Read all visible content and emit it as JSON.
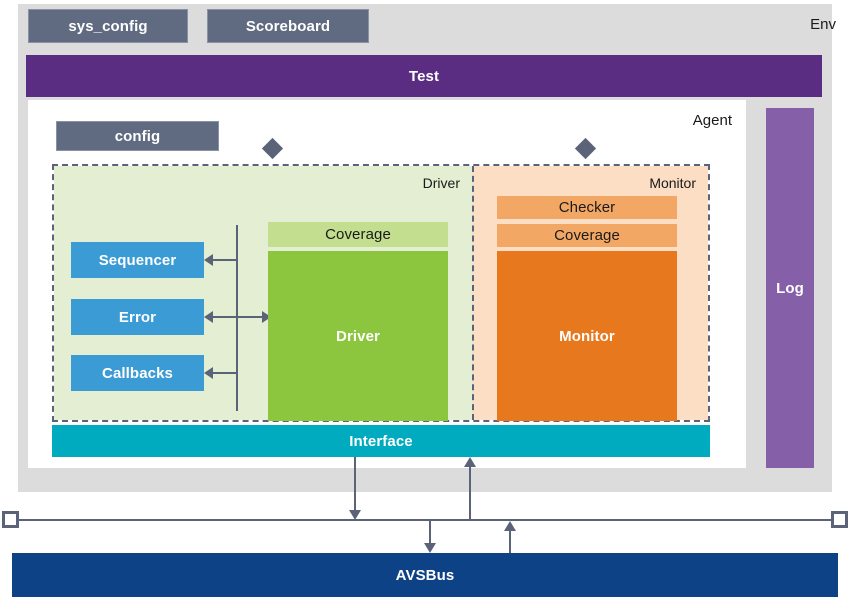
{
  "env": {
    "label": "Env",
    "sys_config_label": "sys_config",
    "scoreboard_label": "Scoreboard",
    "test_label": "Test",
    "log_label": "Log"
  },
  "agent": {
    "label": "Agent",
    "config_label": "config"
  },
  "driver_pane": {
    "title": "Driver",
    "coverage_label": "Coverage",
    "driver_label": "Driver",
    "blocks": [
      {
        "label": "Sequencer",
        "arrow": "left"
      },
      {
        "label": "Error",
        "arrow": "both"
      },
      {
        "label": "Callbacks",
        "arrow": "left"
      }
    ]
  },
  "monitor_pane": {
    "title": "Monitor",
    "checker_label": "Checker",
    "coverage_label": "Coverage",
    "monitor_label": "Monitor"
  },
  "interface": {
    "label": "Interface"
  },
  "bus": {
    "avsbus_label": "AVSBus"
  },
  "colors": {
    "env_background": "#dcdcdc",
    "test_purple": "#5b2d82",
    "log_purple": "#8560a8",
    "slate_gray": "#606a80",
    "driver_pane_green": "#e3eed2",
    "driver_block_green": "#8cc63e",
    "coverage_green": "#c3de8e",
    "monitor_pane_peach": "#fbdec4",
    "monitor_block_orange": "#e8781e",
    "monitor_bar_orange": "#f3a765",
    "sequencer_blue": "#3b9bd5",
    "interface_teal": "#00abc0",
    "avsbus_navy": "#0e4287",
    "connector_gray": "#5a6378"
  }
}
